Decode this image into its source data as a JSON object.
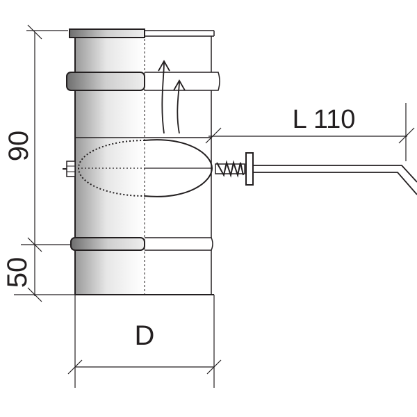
{
  "diagram": {
    "dimensions": {
      "height_total": "90",
      "height_bottom": "50",
      "diameter": "D",
      "lever_length": "L 110"
    },
    "colors": {
      "line": "#231f20",
      "metal_dark": "#8e8e8e",
      "metal_light": "#f2f2f2",
      "background": "#ffffff"
    }
  }
}
